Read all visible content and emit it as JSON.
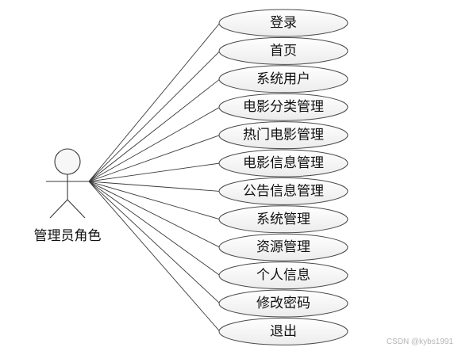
{
  "actor": {
    "label": "管理员角色"
  },
  "use_cases": [
    {
      "id": "login",
      "label": "登录"
    },
    {
      "id": "home",
      "label": "首页"
    },
    {
      "id": "system-users",
      "label": "系统用户"
    },
    {
      "id": "movie-category-mgmt",
      "label": "电影分类管理"
    },
    {
      "id": "hot-movie-mgmt",
      "label": "热门电影管理"
    },
    {
      "id": "movie-info-mgmt",
      "label": "电影信息管理"
    },
    {
      "id": "notice-info-mgmt",
      "label": "公告信息管理"
    },
    {
      "id": "system-mgmt",
      "label": "系统管理"
    },
    {
      "id": "resource-mgmt",
      "label": "资源管理"
    },
    {
      "id": "personal-info",
      "label": "个人信息"
    },
    {
      "id": "change-password",
      "label": "修改密码"
    },
    {
      "id": "logout",
      "label": "退出"
    }
  ],
  "watermark": "CSDN @kybs1991"
}
